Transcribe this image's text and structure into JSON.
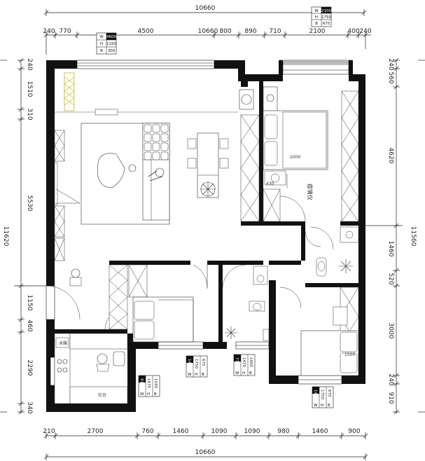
{
  "dims_top": {
    "overall": "10660",
    "segments": [
      "240",
      "770",
      "4500",
      "10660",
      "800",
      "890",
      "710",
      "2100",
      "400",
      "240"
    ]
  },
  "dims_bottom": {
    "overall": "10660",
    "segments": [
      "210",
      "2700",
      "760",
      "1460",
      "1090",
      "1090",
      "980",
      "1460",
      "900"
    ]
  },
  "dims_left": {
    "overall": "11620",
    "segments": [
      "240",
      "1510",
      "310",
      "5530",
      "1150",
      "460",
      "2290",
      "340"
    ]
  },
  "dims_right": {
    "overall": "11560",
    "segments": [
      "240",
      "560",
      "4620",
      "1460",
      "520",
      "3000",
      "240",
      "910"
    ]
  },
  "window_tags": {
    "top_center": [
      "W",
      "H",
      "B",
      "4600",
      "1150",
      "300"
    ],
    "top_right": [
      "W",
      "H",
      "B",
      "2100",
      "1750",
      "675"
    ],
    "bottom_1": [
      "W",
      "H",
      "B",
      "915",
      "1675",
      "1030"
    ],
    "bottom_2": [
      "W",
      "H",
      "B",
      "1460",
      "1750",
      "675"
    ],
    "bottom_3": [
      "W",
      "H",
      "B",
      "770",
      "1470",
      "1005"
    ],
    "bottom_4": [
      "W",
      "H",
      "B",
      "1460",
      "1750",
      "675"
    ]
  },
  "room_labels": {
    "bed_size": "2000",
    "nightstand": "430",
    "chinese_note": "疫情仪",
    "fridge_note": "冰箱",
    "bed2_size": "1500",
    "stove_note": "灶台"
  }
}
